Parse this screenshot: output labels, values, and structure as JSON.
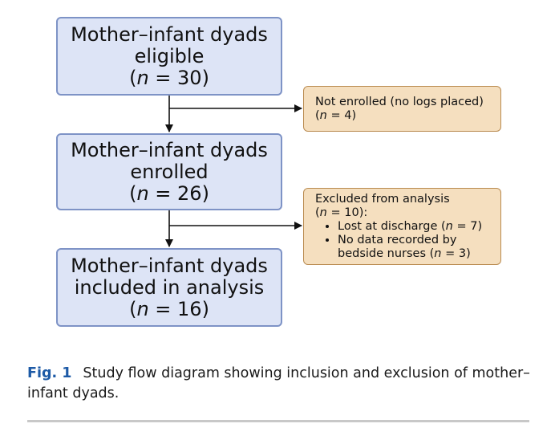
{
  "flow": {
    "eligible": {
      "l1": "Mother–infant dyads",
      "l2": "eligible",
      "n_pre": "(",
      "n_var": "n",
      "n_post": " = 30)"
    },
    "enrolled": {
      "l1": "Mother–infant dyads",
      "l2": "enrolled",
      "n_pre": "(",
      "n_var": "n",
      "n_post": " = 26)"
    },
    "analysis": {
      "l1": "Mother–infant dyads",
      "l2": "included in analysis",
      "n_pre": "(",
      "n_var": "n",
      "n_post": " = 16)"
    },
    "not_enrolled": {
      "l1": "Not enrolled (no logs placed)",
      "n_pre": "(",
      "n_var": "n",
      "n_post": " = 4)"
    },
    "excluded": {
      "l1": "Excluded from analysis",
      "n_pre": "(",
      "n_var": "n",
      "n_post": " = 10):",
      "b1_text": "Lost at discharge (",
      "b1_var": "n",
      "b1_post": " = 7)",
      "b2_l1": "No data recorded by",
      "b2_l2": "bedside nurses (",
      "b2_var": "n",
      "b2_post": " = 3)"
    }
  },
  "caption": {
    "label": "Fig. 1",
    "text": "Study flow diagram showing inclusion and exclusion of mother–infant dyads."
  },
  "colors": {
    "main_fill": "#dde4f6",
    "main_border": "#7e93c6",
    "side_fill": "#f5dfbf",
    "side_border": "#b98a4f",
    "caption_label": "#1d5aa6"
  }
}
